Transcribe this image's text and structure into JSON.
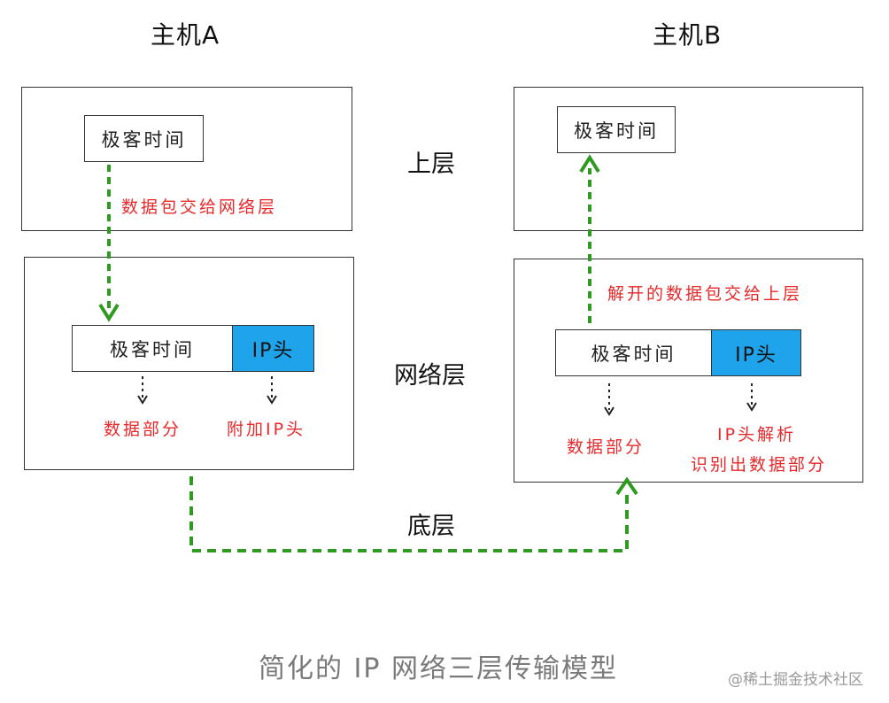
{
  "host_a": {
    "title": "主机A",
    "app_label": "极客时间",
    "handoff_label": "数据包交给网络层",
    "packet": {
      "data_label": "极客时间",
      "ip_label": "IP头"
    },
    "data_note": "数据部分",
    "ip_note": "附加IP头"
  },
  "host_b": {
    "title": "主机B",
    "app_label": "极客时间",
    "handoff_label": "解开的数据包交给上层",
    "packet": {
      "data_label": "极客时间",
      "ip_label": "IP头"
    },
    "data_note": "数据部分",
    "ip_note_line1": "IP头解析",
    "ip_note_line2": "识别出数据部分"
  },
  "layers": {
    "upper": "上层",
    "network": "网络层",
    "bottom": "底层"
  },
  "caption": "简化的 IP 网络三层传输模型",
  "watermark": "@稀土掘金技术社区",
  "colors": {
    "ip_header": "#1fa3ea",
    "annotation": "#e8292b",
    "flow_arrow": "#2e9a1f"
  }
}
